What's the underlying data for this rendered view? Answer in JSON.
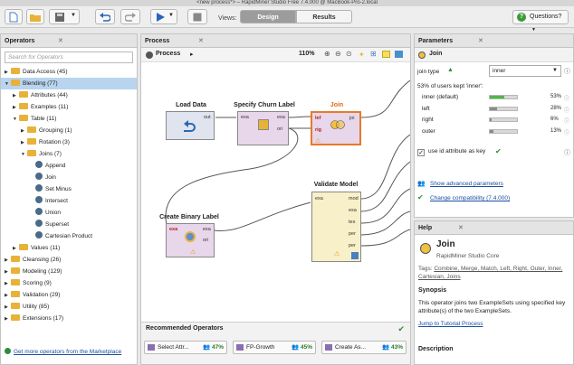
{
  "window_title": "<new process*> – RapidMiner Studio Free 7.4.000 @ MacBook-Pro-2.local",
  "toolbar": {
    "views_label": "Views:",
    "design_label": "Design",
    "results_label": "Results",
    "questions_label": "Questions?"
  },
  "operators_panel": {
    "title": "Operators",
    "search_placeholder": "Search for Operators",
    "tree": [
      {
        "label": "Data Access (45)",
        "depth": 0,
        "type": "folder",
        "expanded": false
      },
      {
        "label": "Blending (77)",
        "depth": 0,
        "type": "folder",
        "expanded": true,
        "selected": true
      },
      {
        "label": "Attributes (44)",
        "depth": 1,
        "type": "folder",
        "expanded": false
      },
      {
        "label": "Examples (11)",
        "depth": 1,
        "type": "folder",
        "expanded": false
      },
      {
        "label": "Table (11)",
        "depth": 1,
        "type": "folder",
        "expanded": true
      },
      {
        "label": "Grouping (1)",
        "depth": 2,
        "type": "folder",
        "expanded": false
      },
      {
        "label": "Rotation (3)",
        "depth": 2,
        "type": "folder",
        "expanded": false
      },
      {
        "label": "Joins (7)",
        "depth": 2,
        "type": "folder",
        "expanded": true
      },
      {
        "label": "Append",
        "depth": 3,
        "type": "op"
      },
      {
        "label": "Join",
        "depth": 3,
        "type": "op"
      },
      {
        "label": "Set Minus",
        "depth": 3,
        "type": "op"
      },
      {
        "label": "Intersect",
        "depth": 3,
        "type": "op"
      },
      {
        "label": "Union",
        "depth": 3,
        "type": "op"
      },
      {
        "label": "Superset",
        "depth": 3,
        "type": "op"
      },
      {
        "label": "Cartesian Product",
        "depth": 3,
        "type": "op"
      },
      {
        "label": "Values (11)",
        "depth": 1,
        "type": "folder",
        "expanded": false
      },
      {
        "label": "Cleansing (26)",
        "depth": 0,
        "type": "folder",
        "expanded": false
      },
      {
        "label": "Modeling (129)",
        "depth": 0,
        "type": "folder",
        "expanded": false
      },
      {
        "label": "Scoring (9)",
        "depth": 0,
        "type": "folder",
        "expanded": false
      },
      {
        "label": "Validation (29)",
        "depth": 0,
        "type": "folder",
        "expanded": false
      },
      {
        "label": "Utility (85)",
        "depth": 0,
        "type": "folder",
        "expanded": false
      },
      {
        "label": "Extensions (17)",
        "depth": 0,
        "type": "folder",
        "expanded": false
      }
    ],
    "marketplace_link": "Get more operators from the Marketplace"
  },
  "process_panel": {
    "title": "Process",
    "breadcrumb": "Process",
    "zoom": "110%",
    "operators": {
      "load_data": {
        "title": "Load Data",
        "ports": [
          "out"
        ]
      },
      "churn": {
        "title": "Specify Churn Label",
        "ports_in": [
          "exa"
        ],
        "ports_out": [
          "exa",
          "ori"
        ]
      },
      "join": {
        "title": "Join",
        "ports_in": [
          "lef",
          "rig"
        ],
        "ports_out": [
          "joi"
        ]
      },
      "binary": {
        "title": "Create Binary Label",
        "ports_in": [
          "exa"
        ],
        "ports_out": [
          "exa",
          "ori"
        ]
      },
      "validate": {
        "title": "Validate Model",
        "ports_in": [
          "exa"
        ],
        "ports_out": [
          "mod",
          "exa",
          "tes",
          "per",
          "per"
        ]
      }
    },
    "recommended": {
      "title": "Recommended Operators",
      "items": [
        {
          "label": "Select Attr...",
          "pct": "47%"
        },
        {
          "label": "FP-Growth",
          "pct": "45%"
        },
        {
          "label": "Create As...",
          "pct": "43%"
        }
      ]
    }
  },
  "parameters_panel": {
    "title": "Parameters",
    "operator": "Join",
    "join_type_label": "join type",
    "join_type_value": "inner",
    "users_kept": "53% of users kept 'inner':",
    "options": [
      {
        "label": "inner (default)",
        "pct": "53%",
        "fraction": 0.53
      },
      {
        "label": "left",
        "pct": "28%",
        "fraction": 0.28
      },
      {
        "label": "right",
        "pct": "6%",
        "fraction": 0.06
      },
      {
        "label": "outer",
        "pct": "13%",
        "fraction": 0.13
      }
    ],
    "use_id_label": "use id attribute as key",
    "show_advanced": "Show advanced parameters",
    "change_compat": "Change compatibility (7.4.000)"
  },
  "help_panel": {
    "title": "Help",
    "op_name": "Join",
    "op_source": "RapidMiner Studio Core",
    "tags_label": "Tags:",
    "tags": "Combine, Merge, Match, Left, Right, Outer, Inner, Cartesian, Joins",
    "synopsis_title": "Synopsis",
    "synopsis_text": "This operator joins two ExampleSets using specified key attribute(s) of the two ExampleSets.",
    "tutorial_link": "Jump to Tutorial Process",
    "description_title": "Description"
  }
}
